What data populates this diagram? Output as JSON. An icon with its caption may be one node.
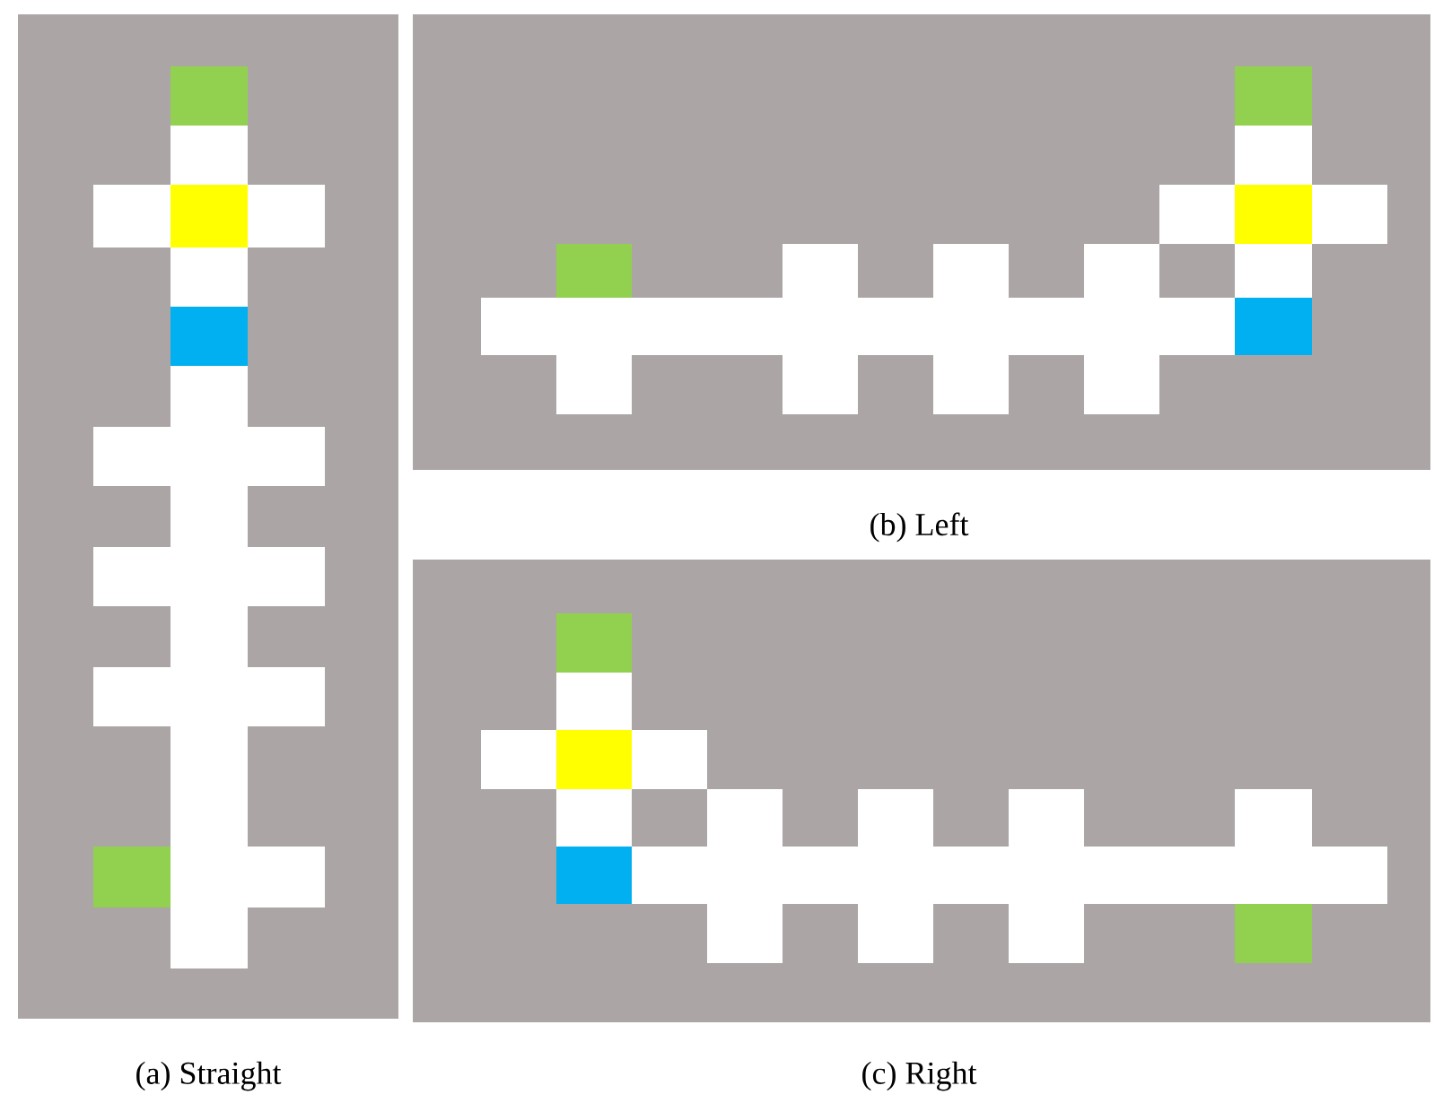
{
  "diagram": {
    "labels": [
      "(b) Left",
      "(a) Straight",
      "(c) Right"
    ]
  }
}
